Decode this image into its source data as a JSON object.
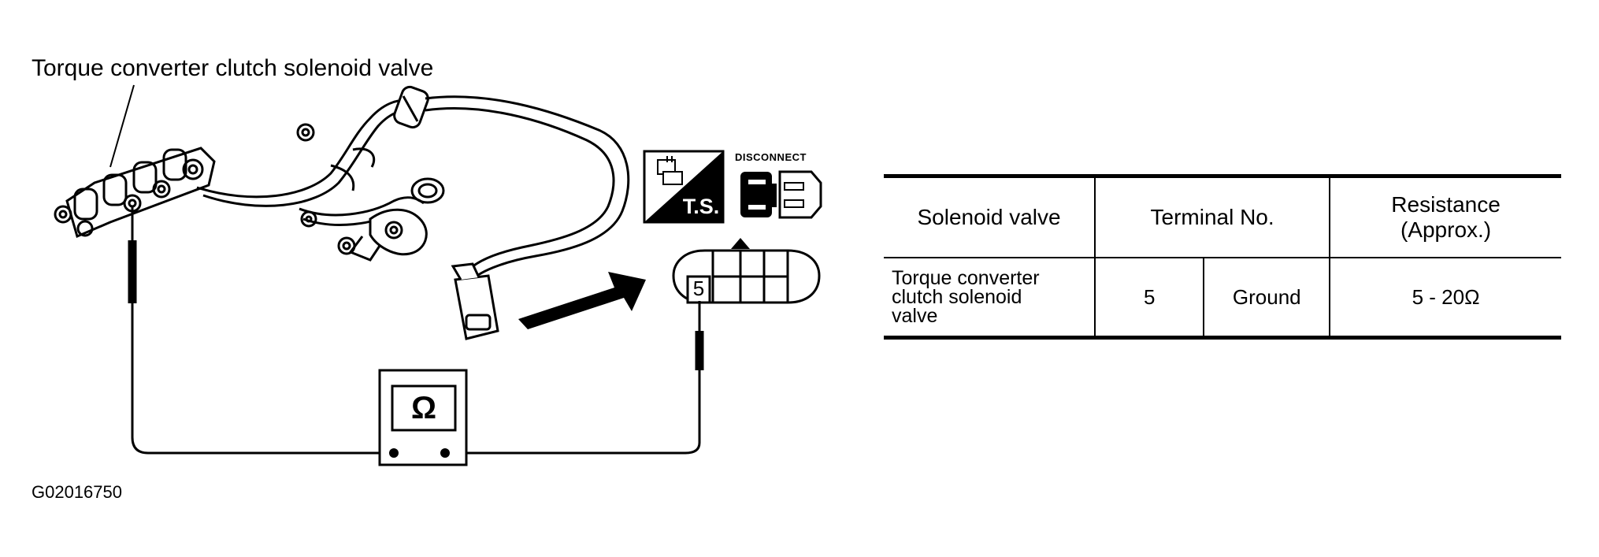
{
  "diagram": {
    "part_label": "Torque converter clutch solenoid valve",
    "figure_code": "G02016750",
    "ts_label": "T.S.",
    "disconnect_label": "DISCONNECT",
    "terminal_mark": "5",
    "meter_glyph": "Ω",
    "meter_icon": "ohmmeter-icon"
  },
  "table": {
    "headers": {
      "solenoid_valve": "Solenoid valve",
      "terminal_no": "Terminal No.",
      "resistance_line1": "Resistance",
      "resistance_line2": "(Approx.)"
    },
    "rows": [
      {
        "valve_line1": "Torque converter",
        "valve_line2": "clutch solenoid",
        "valve_line3": "valve",
        "terminal": "5",
        "ground": "Ground",
        "resistance": "5 - 20Ω"
      }
    ]
  },
  "colors": {
    "ink": "#000000",
    "paper": "#ffffff"
  }
}
